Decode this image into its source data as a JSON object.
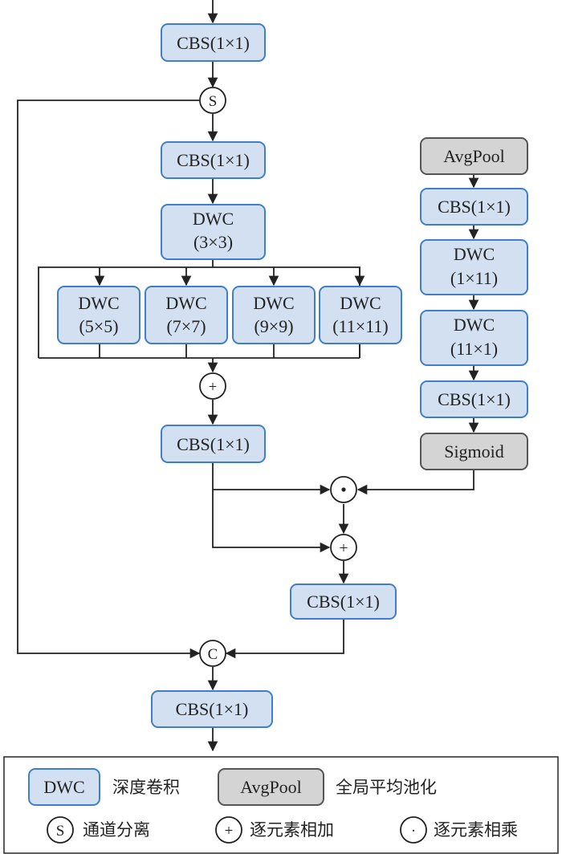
{
  "blocks": {
    "cbs_top": "CBS(1×1)",
    "cbs_2": "CBS(1×1)",
    "dwc_3x3": [
      "DWC",
      "(3×3)"
    ],
    "dwc_5x5": [
      "DWC",
      "(5×5)"
    ],
    "dwc_7x7": [
      "DWC",
      "(7×7)"
    ],
    "dwc_9x9": [
      "DWC",
      "(9×9)"
    ],
    "dwc_11x11": [
      "DWC",
      "(11×11)"
    ],
    "cbs_after_sum": "CBS(1×1)",
    "cbs_merge": "CBS(1×1)",
    "cbs_bottom": "CBS(1×1)"
  },
  "attention_branch": {
    "avgpool": "AvgPool",
    "cbs_a": "CBS(1×1)",
    "dwc_1x11": [
      "DWC",
      "(1×11)"
    ],
    "dwc_11x1": [
      "DWC",
      "(11×1)"
    ],
    "cbs_b": "CBS(1×1)",
    "sigmoid": "Sigmoid"
  },
  "operators": {
    "split": "S",
    "add": "+",
    "multiply": "·",
    "concat": "C"
  },
  "legend": {
    "dwc_box": "DWC",
    "dwc_text": "深度卷积",
    "avgpool_box": "AvgPool",
    "avgpool_text": "全局平均池化",
    "split_sym": "S",
    "split_text": "通道分离",
    "add_sym": "+",
    "add_text": "逐元素相加",
    "mul_sym": "·",
    "mul_text": "逐元素相乘"
  },
  "colors": {
    "conv_fill": "#d3e0f2",
    "conv_stroke": "#3f7fc9",
    "pool_fill": "#d4d4d4",
    "pool_stroke": "#555555"
  }
}
